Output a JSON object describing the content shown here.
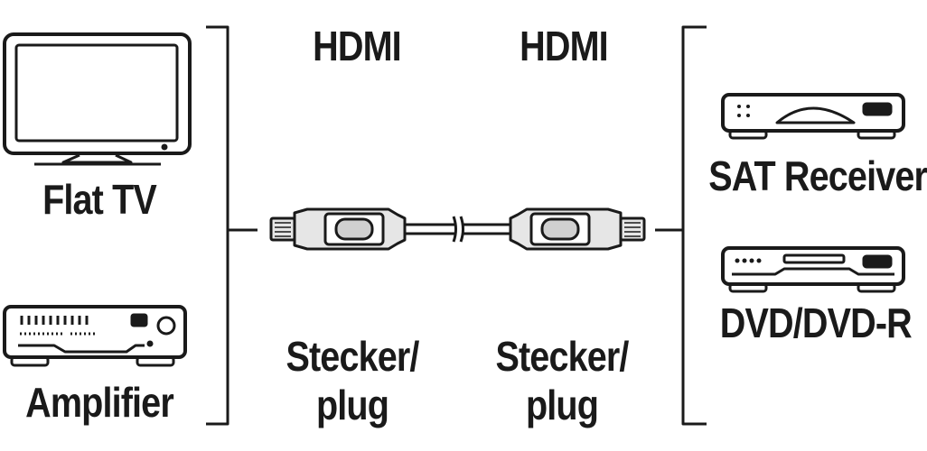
{
  "left_devices": {
    "tv_label": "Flat TV",
    "amp_label": "Amplifier"
  },
  "right_devices": {
    "sat_label": "SAT Receiver",
    "dvd_label": "DVD/DVD-R"
  },
  "cable": {
    "left_type": "HDMI",
    "right_type": "HDMI",
    "left_connector_line1": "Stecker/",
    "left_connector_line2": "plug",
    "right_connector_line1": "Stecker/",
    "right_connector_line2": "plug"
  },
  "colors": {
    "ink": "#1a1a1a",
    "plug_fill": "#e6e6e6"
  }
}
